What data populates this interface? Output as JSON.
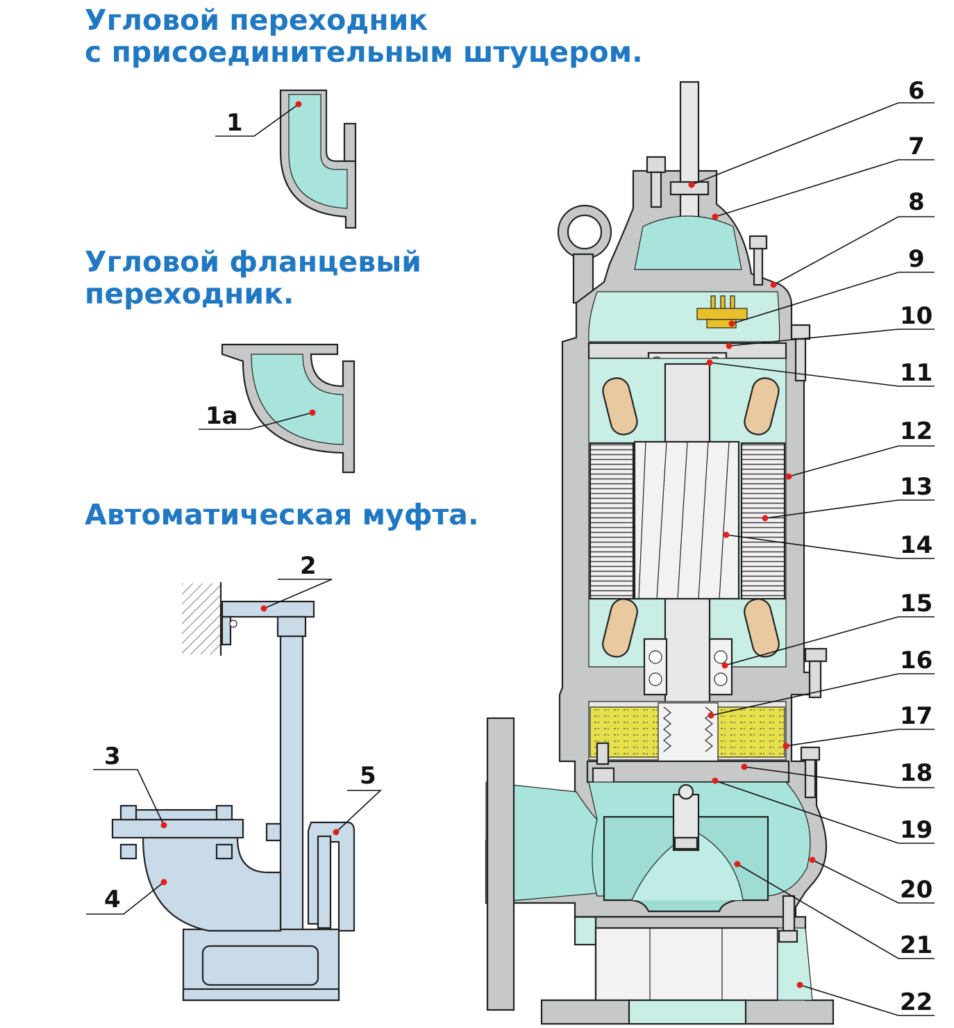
{
  "headings": {
    "elbow_with_nozzle_line1": "Угловой переходник",
    "elbow_with_nozzle_line2": "с присоединительным штуцером.",
    "flange_elbow_line1": "Угловой фланцевый",
    "flange_elbow_line2": "переходник.",
    "auto_coupling": "Автоматическая муфта."
  },
  "callouts": {
    "c1": "1",
    "c1a": "1а",
    "c2": "2",
    "c3": "3",
    "c4": "4",
    "c5": "5",
    "c6": "6",
    "c7": "7",
    "c8": "8",
    "c9": "9",
    "c10": "10",
    "c11": "11",
    "c12": "12",
    "c13": "13",
    "c14": "14",
    "c15": "15",
    "c16": "16",
    "c17": "17",
    "c18": "18",
    "c19": "19",
    "c20": "20",
    "c21": "21",
    "c22": "22"
  },
  "colors": {
    "heading": "#1f78c1",
    "water": "#a8e4dc",
    "casing": "#c7c9c9",
    "coupling": "#c9dbe9",
    "winding": "#e8c9a0",
    "oil": "#e6e04a",
    "callout_dot": "#e0201b"
  }
}
